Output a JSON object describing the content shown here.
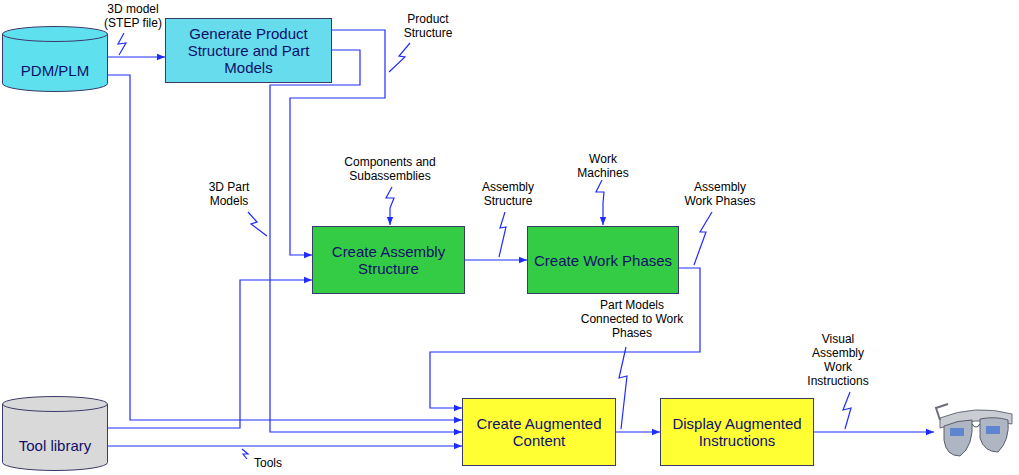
{
  "diagram": {
    "nodes": [
      {
        "text": [
          "PDM/PLM"
        ]
      },
      {
        "text": [
          "Generate Product Structure and Part Models"
        ]
      },
      {
        "text": [
          "Create Assembly Structure"
        ]
      },
      {
        "text": [
          "Create Work Phases"
        ]
      },
      {
        "text": [
          "Tool library"
        ]
      },
      {
        "text": [
          "Create Augmented Content"
        ]
      },
      {
        "text": [
          "Display Augmented Instructions"
        ]
      }
    ],
    "edges": [
      {
        "from": 0,
        "to": 1,
        "arrow": "to",
        "label": "3D model (STEP file)"
      },
      {
        "from": 1,
        "to": 2,
        "arrow": "to",
        "label": "Product Structure"
      },
      {
        "from": 1,
        "to": 5,
        "arrow": "to",
        "label": "3D Part Models"
      },
      {
        "from": 0,
        "to": 5,
        "arrow": "to"
      },
      {
        "from": 2,
        "to": 3,
        "arrow": "to",
        "label": "Assembly Structure"
      },
      {
        "from": 3,
        "to": 5,
        "arrow": "to",
        "label": "Assembly Work Phases"
      },
      {
        "from": 4,
        "to": 2,
        "arrow": "to"
      },
      {
        "from": 4,
        "to": 5,
        "arrow": "to",
        "label": "Tools"
      },
      {
        "from": 5,
        "to": 6,
        "arrow": "to",
        "label": "Part Models Connected to Work Phases"
      }
    ],
    "labels": [
      "Components and Subassemblies",
      "Work Machines",
      "Visual Assembly Work Instructions"
    ]
  }
}
